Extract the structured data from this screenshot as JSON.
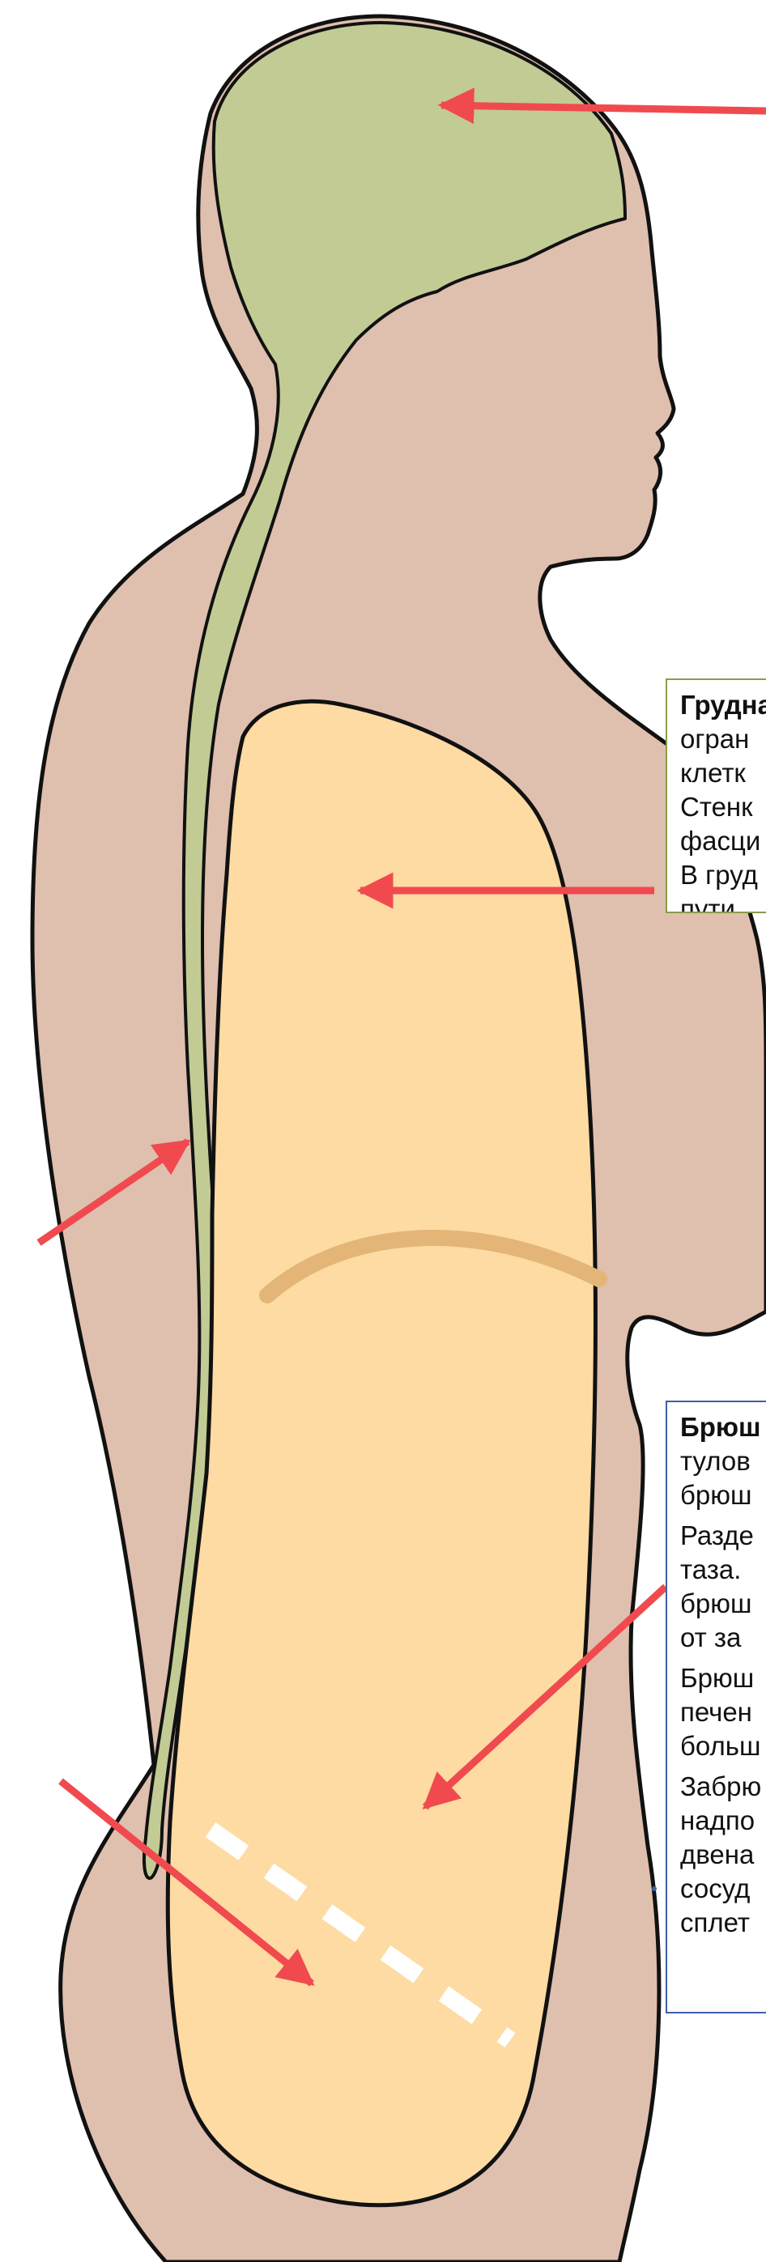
{
  "colors": {
    "body": "#dfbfae",
    "outline": "#111111",
    "cns": "#c2cb94",
    "cavity": "#fddba3",
    "diaphragm": "#e3b677",
    "arrow": "#f04a4f",
    "thoracic_border": "#8a9c48",
    "abdominal_border": "#3d5fa8",
    "dash": "#ffffff"
  },
  "thoracic": {
    "title": "Грудная",
    "lines": [
      "огран",
      "клетк",
      "Стенк",
      "фасци",
      "В груд",
      "пути, "
    ]
  },
  "abdominal": {
    "title": "Брюш",
    "p1": [
      "тулов",
      "брюш"
    ],
    "p2": [
      "Разде",
      "таза.",
      "брюш",
      "от  за"
    ],
    "p3": [
      "Брюш",
      "печен",
      "больш"
    ],
    "p4": [
      "Забрю",
      "надпо",
      "двена",
      "сосуд",
      "сплет"
    ]
  }
}
